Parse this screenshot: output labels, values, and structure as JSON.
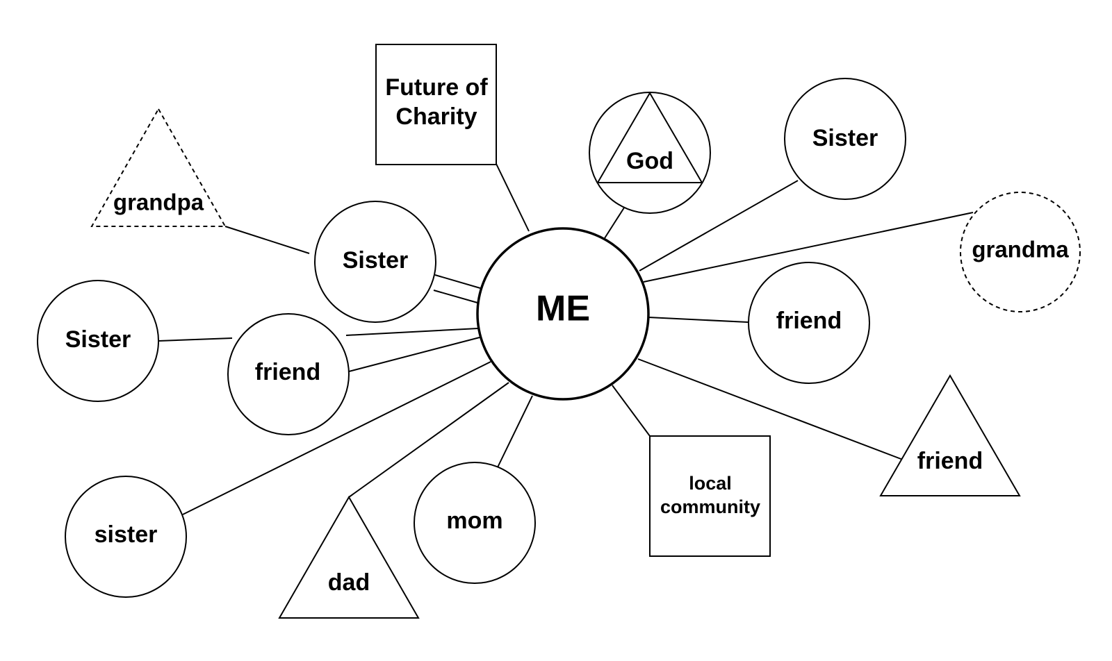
{
  "center": {
    "label": "ME"
  },
  "nodes": {
    "future_of_charity": {
      "lines": [
        "Future of",
        "Charity"
      ]
    },
    "god": {
      "label": "God"
    },
    "sister_top_right": {
      "label": "Sister"
    },
    "grandma": {
      "label": "grandma"
    },
    "friend_right": {
      "label": "friend"
    },
    "friend_triangle": {
      "label": "friend"
    },
    "local_community": {
      "lines": [
        "local",
        "community"
      ]
    },
    "mom": {
      "label": "mom"
    },
    "dad": {
      "label": "dad"
    },
    "sister_bottom_left": {
      "label": "sister"
    },
    "friend_left": {
      "label": "friend"
    },
    "sister_far_left": {
      "label": "Sister"
    },
    "sister_upper_left": {
      "label": "Sister"
    },
    "grandpa": {
      "label": "grandpa"
    }
  }
}
